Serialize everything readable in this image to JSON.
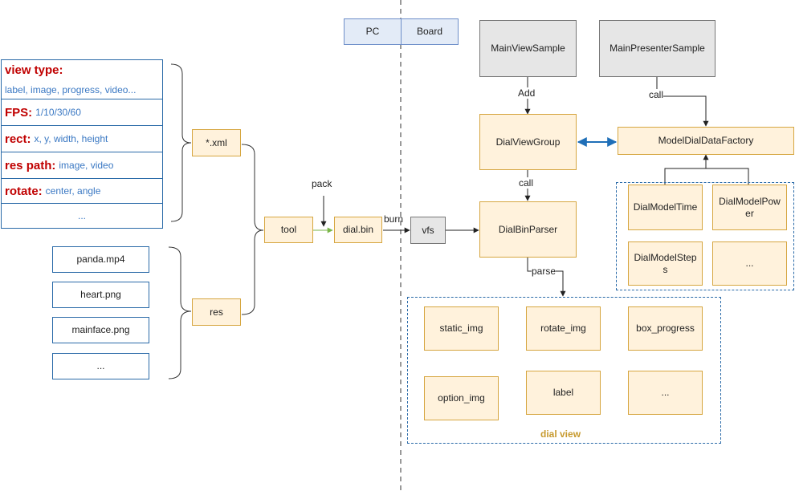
{
  "colors": {
    "box_fill": "#fff2dc",
    "box_border": "#d6a640",
    "grey_fill": "#e6e6e6",
    "blue_border": "#2a6aa8",
    "key_red": "#c00000",
    "value_blue": "#3a78c3",
    "bidirectional_arrow": "#1f6fb8",
    "pack_arrow": "#7ab648",
    "dial_view_label": "#c79a2e"
  },
  "header": {
    "pc": "PC",
    "board": "Board"
  },
  "properties": [
    {
      "key": "view type:",
      "value": "label, image, progress, video..."
    },
    {
      "key": "FPS:",
      "value": "1/10/30/60"
    },
    {
      "key": "rect:",
      "value": "x, y, width, height"
    },
    {
      "key": "res path:",
      "value": "image, video"
    },
    {
      "key": "rotate:",
      "value": "center, angle"
    },
    {
      "key": "",
      "value": "..."
    }
  ],
  "resources": [
    "panda.mp4",
    "heart.png",
    "mainface.png",
    "..."
  ],
  "nodes": {
    "xml": "*.xml",
    "res": "res",
    "tool": "tool",
    "dial_bin": "dial.bin",
    "vfs": "vfs",
    "main_view_sample": "MainViewSample",
    "main_presenter_sample": "MainPresenterSample",
    "dial_view_group": "DialViewGroup",
    "model_dial_data_factory": "ModelDialDataFactory",
    "dial_bin_parser": "DialBinParser",
    "dial_model_time": "DialModelTime",
    "dial_model_power": "DialModelPower",
    "dial_model_steps": "DialModelSteps",
    "model_more": "..."
  },
  "edge_labels": {
    "pack": "pack",
    "burn": "burn",
    "add": "Add",
    "call_top": "call",
    "call_mid": "call",
    "parse": "parse"
  },
  "dial_view": {
    "title": "dial view",
    "items": [
      "static_img",
      "rotate_img",
      "box_progress",
      "option_img",
      "label",
      "..."
    ]
  }
}
